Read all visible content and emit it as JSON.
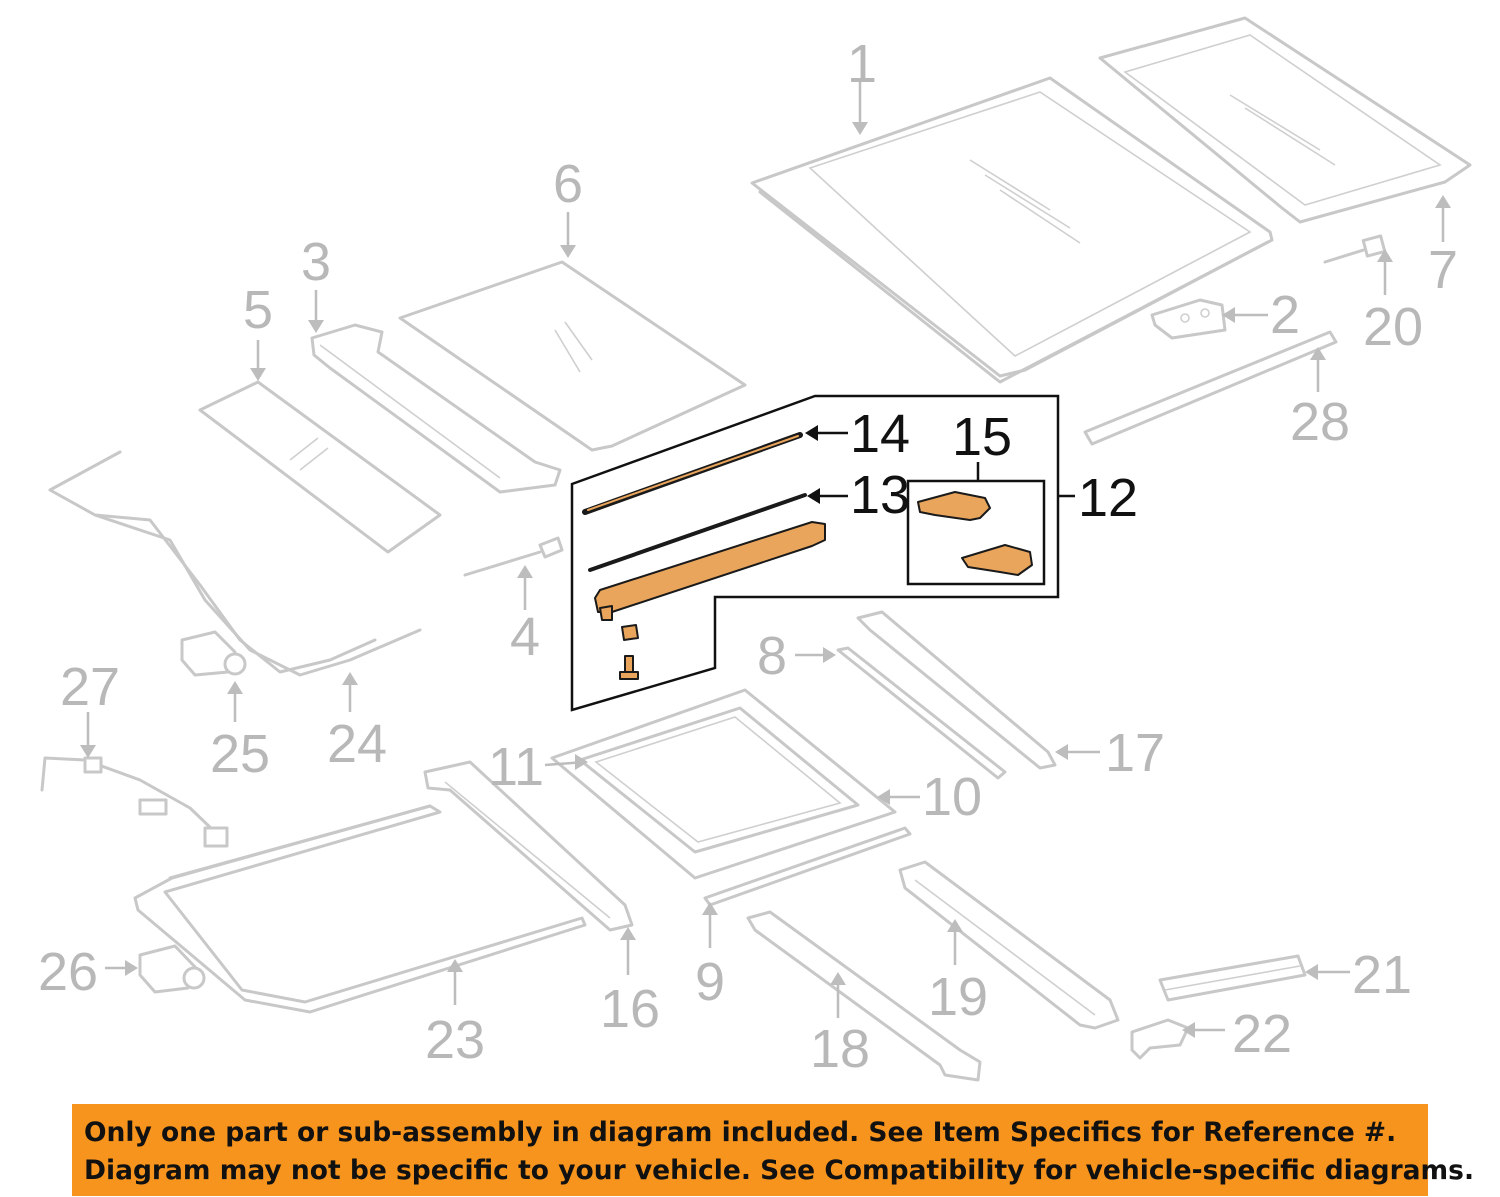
{
  "diagram": {
    "callouts": [
      {
        "id": "1",
        "label": "1",
        "highlighted": false
      },
      {
        "id": "2",
        "label": "2",
        "highlighted": false
      },
      {
        "id": "3",
        "label": "3",
        "highlighted": false
      },
      {
        "id": "4",
        "label": "4",
        "highlighted": false
      },
      {
        "id": "5",
        "label": "5",
        "highlighted": false
      },
      {
        "id": "6",
        "label": "6",
        "highlighted": false
      },
      {
        "id": "7",
        "label": "7",
        "highlighted": false
      },
      {
        "id": "8",
        "label": "8",
        "highlighted": false
      },
      {
        "id": "9",
        "label": "9",
        "highlighted": false
      },
      {
        "id": "10",
        "label": "10",
        "highlighted": false
      },
      {
        "id": "11",
        "label": "11",
        "highlighted": false
      },
      {
        "id": "12",
        "label": "12",
        "highlighted": true
      },
      {
        "id": "13",
        "label": "13",
        "highlighted": true
      },
      {
        "id": "14",
        "label": "14",
        "highlighted": true
      },
      {
        "id": "15",
        "label": "15",
        "highlighted": true
      },
      {
        "id": "16",
        "label": "16",
        "highlighted": false
      },
      {
        "id": "17",
        "label": "17",
        "highlighted": false
      },
      {
        "id": "18",
        "label": "18",
        "highlighted": false
      },
      {
        "id": "19",
        "label": "19",
        "highlighted": false
      },
      {
        "id": "20",
        "label": "20",
        "highlighted": false
      },
      {
        "id": "21",
        "label": "21",
        "highlighted": false
      },
      {
        "id": "22",
        "label": "22",
        "highlighted": false
      },
      {
        "id": "23",
        "label": "23",
        "highlighted": false
      },
      {
        "id": "24",
        "label": "24",
        "highlighted": false
      },
      {
        "id": "25",
        "label": "25",
        "highlighted": false
      },
      {
        "id": "26",
        "label": "26",
        "highlighted": false
      },
      {
        "id": "27",
        "label": "27",
        "highlighted": false
      },
      {
        "id": "28",
        "label": "28",
        "highlighted": false
      }
    ],
    "colors": {
      "highlight_part": "#e9a55c",
      "grey_part": "#c8c8c8",
      "grey_label": "#b8b8b8",
      "notice_background": "#f7941d"
    }
  },
  "notice": {
    "line1": "Only one part or sub-assembly in diagram included. See Item Specifics for Reference #.",
    "line2": "Diagram may not be specific to your vehicle. See Compatibility for vehicle-specific diagrams."
  }
}
